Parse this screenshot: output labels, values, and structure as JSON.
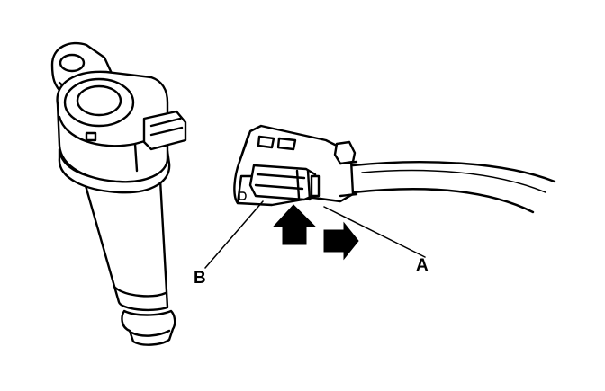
{
  "callouts": {
    "a": "A",
    "b": "B"
  },
  "arrows": {
    "up_direction": "up",
    "right_direction": "right"
  },
  "colors": {
    "ink": "#000000",
    "background": "#ffffff"
  }
}
